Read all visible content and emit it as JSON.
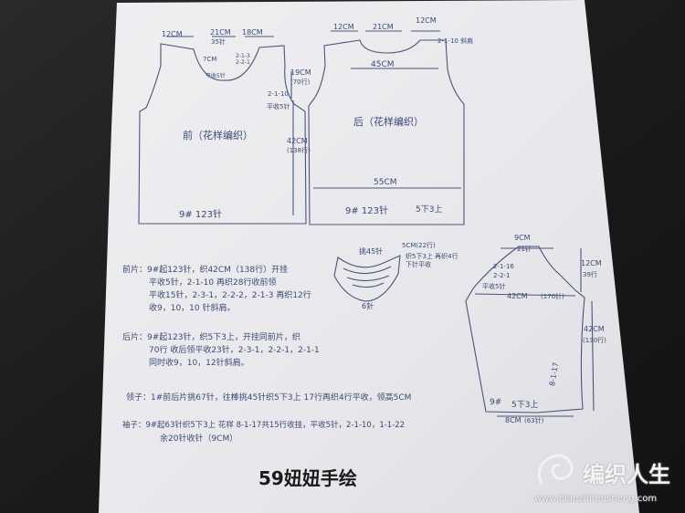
{
  "front": {
    "title": "前（花样编织）",
    "stitches": "9# 123针",
    "shoulder_left": "12CM",
    "neck_top": "21CM",
    "neck_sub": "35针",
    "shoulder_right": "18CM",
    "neck_depth": "7CM",
    "neck_dec": "2-1-3",
    "neck_dec2": "2-2-1",
    "neck_cast": "平收5针",
    "armhole_dec": "2-1-10",
    "armhole_flat": "平收5针",
    "body_len": "42CM",
    "body_rows": "(138行)",
    "armhole_depth": "19CM",
    "armhole_rows": "(70行)"
  },
  "back": {
    "title": "后（花样编织）",
    "stitches": "9# 123针",
    "rib": "5下3上",
    "shoulder_left": "12CM",
    "neck_top": "21CM",
    "shoulder_right": "12CM",
    "width_upper": "45CM",
    "width_lower": "55CM",
    "shoulder_note": "2-1-10 斜肩"
  },
  "collar": {
    "label_top": "挑45针",
    "label_right": "5CM(22行)",
    "label_note": "织5下3上 再织4行 下针平收",
    "label_bottom": "6針"
  },
  "sleeve": {
    "top_width": "9CM",
    "top_sub": "21针",
    "cap_height": "12CM",
    "cap_rows": "39行",
    "dec1": "2-1-16",
    "dec2": "2-2-1",
    "dec_flat": "平收5针",
    "width": "42CM",
    "width_sub": "(170针)",
    "length": "42CM",
    "length_rows": "(130行)",
    "inc": "8-1-17",
    "stitches": "9#",
    "rib": "5下3上",
    "cuff": "8CM",
    "cuff_sub": "(63针)"
  },
  "notes": [
    "前片：9#起123针，织42CM（138行）开挂",
    "平收5针，2-1-10 再织28行收前领",
    "平收15针，2-3-1，2-2-2，2-1-3 再织12行",
    "收9，10，10 针斜肩。",
    "后片：9#起123针，织5下3上，开挂同前片，织",
    "70行 收后领平收23针，2-3-1，2-2-1，2-1-1",
    "同时收9，10，12针斜肩。",
    "领子：1#前后片挑67针，往棒挑45针织5下3上 17行再织4行平收，领高5CM",
    "袖子：9#起63针织5下3上 花样 8-1-17共15行收挂，平收5针，2-1-10，1-1-22",
    "余20针收针（9CM）"
  ],
  "caption": "59妞妞手绘",
  "watermark": {
    "cn": "编织人生",
    "url": "www.bianzhirensheng.com"
  }
}
